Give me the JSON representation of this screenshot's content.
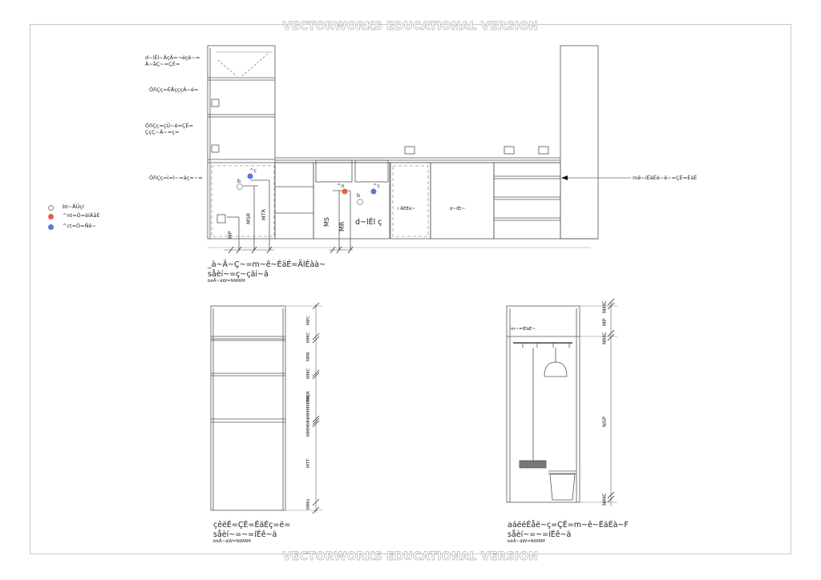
{
  "watermark": "VECTORWORKS EDUCATIONAL VERSION",
  "colors": {
    "wall_socket": "#e86048",
    "cold_water": "#5578e0",
    "hot_water_outline": "#777777"
  },
  "side_labels": {
    "top_cabinet": "d~lÉl~ÄçÄ=¬éçë~=\nÄ~åÇ~=ÇÉ=",
    "shelf_1": "ÖñÇç=ÉÅçççÄ~é=",
    "shelf_2": "ÖñÇç=çÜ~ë=ÇÉ=\nÇçÇ~Ä~=ç=",
    "counter": "ÖñÇç=ì=l~=äç=~="
  },
  "legend": {
    "item_1": "bt~ÅÜçí",
    "item_2": "^nt=Ó=ëìÄåÉ",
    "item_3": "^ct=Ó=Ñê~"
  },
  "right_note": "mê~íÉäÉé~ê~=ÇÉ=ÉáÉ",
  "elevation_marks": {
    "b_left": "b",
    "ac_left": "^c",
    "an_mid": "^n",
    "ac_mid": "^c",
    "b_mid": "b",
    "mp": "MP",
    "msr": "MSR",
    "mtr": "MTR",
    "ms": "MS",
    "mr": "MR",
    "box_fridge": "i ÄÉÉê~",
    "box_dishwasher": "d~lÉl~",
    "box_dishwasher_2": "d~lÉl ç"
  },
  "views": {
    "view_1_title": "_à~Ä~Ç~=m~ê~ÉäÉ=ÄlÉàà~",
    "view_1_subtitle": "såèí~=ç~çäí~ä",
    "view_1_scale": "bëÅ~äW=NWRM",
    "view_2_title": "çêëÉ=ÇÉ=ÉäÉç=ë=",
    "view_2_subtitle": "såèí~=~=íÉê~ä",
    "view_2_scale": "bëÅ~äW=NWRM",
    "view_3_title": "aáëéÉåë~ç=ÇÉ=m~ê~ÉäÉà~F",
    "view_3_subtitle": "såèí~=~=íÉê~ä",
    "view_3_scale": "bëÅ~äW=NWRM",
    "view_3_rod_label": "m~=íÉäÉ~"
  },
  "dims_view_2": [
    "MPC",
    "MMC",
    "MPR",
    "MMC",
    "MQR",
    "MMMMNMMMMMM",
    "MTT",
    "MMU"
  ],
  "dims_view_3": [
    "MMC",
    "MP",
    "MMC",
    "NSP",
    "MMC"
  ]
}
